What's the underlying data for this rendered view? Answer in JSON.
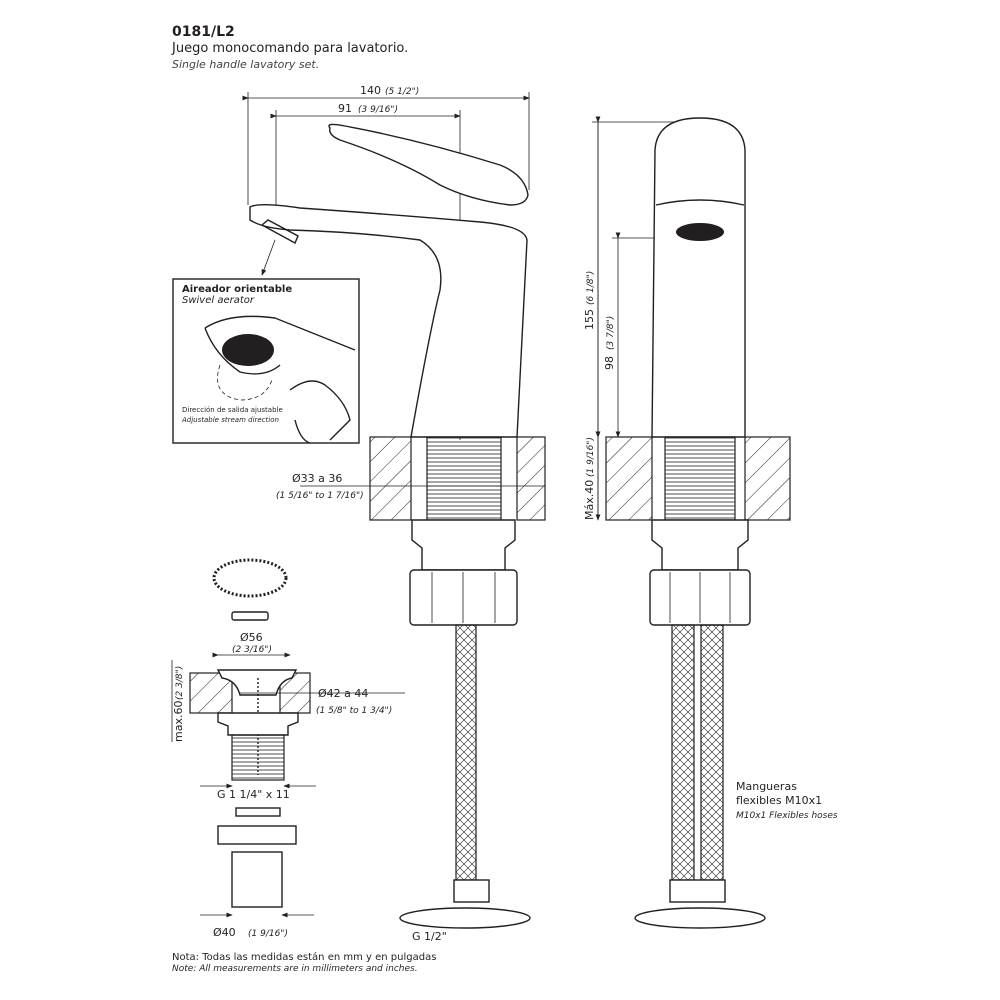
{
  "header": {
    "code": "0181/L2",
    "title_es": "Juego monocomando para lavatorio.",
    "title_en": "Single handle lavatory set."
  },
  "dimensions": {
    "width_total": "140",
    "width_total_in": "(5 1/2\")",
    "spout_reach": "91",
    "spout_reach_in": "(3 9/16\")",
    "height_total": "155",
    "height_total_in": "(6 1/8\")",
    "spout_height": "98",
    "spout_height_in": "(3 7/8\")",
    "max_counter": "Máx.40",
    "max_counter_in": "(1 9/16\")",
    "hole_diameter": "Ø33 a 36",
    "hole_diameter_in": "(1 5/16\" to 1 7/16\")",
    "drain_flange": "Ø56",
    "drain_flange_in": "(2 3/16\")",
    "drain_max": "max.60",
    "drain_max_in": "(2 3/8\")",
    "drain_hole": "Ø42 a 44",
    "drain_hole_in": "(1 5/8\" to 1 3/4\")",
    "drain_thread": "G 1 1/4\" x 11",
    "drain_outlet": "Ø40",
    "drain_outlet_in": "(1 9/16\")",
    "hose_thread": "G 1/2\""
  },
  "aerator": {
    "title_es": "Aireador orientable",
    "title_en": "Swivel aerator",
    "note_es": "Dirección de salida ajustable",
    "note_en": "Adjustable stream direction"
  },
  "hoses": {
    "line1": "Mangueras",
    "line2": "flexibles M10x1",
    "line_en": "M10x1 Flexibles hoses"
  },
  "notes": {
    "es": "Nota: Todas las medidas están en mm y en pulgadas",
    "en": "Note: All measurements are in millimeters and inches."
  }
}
